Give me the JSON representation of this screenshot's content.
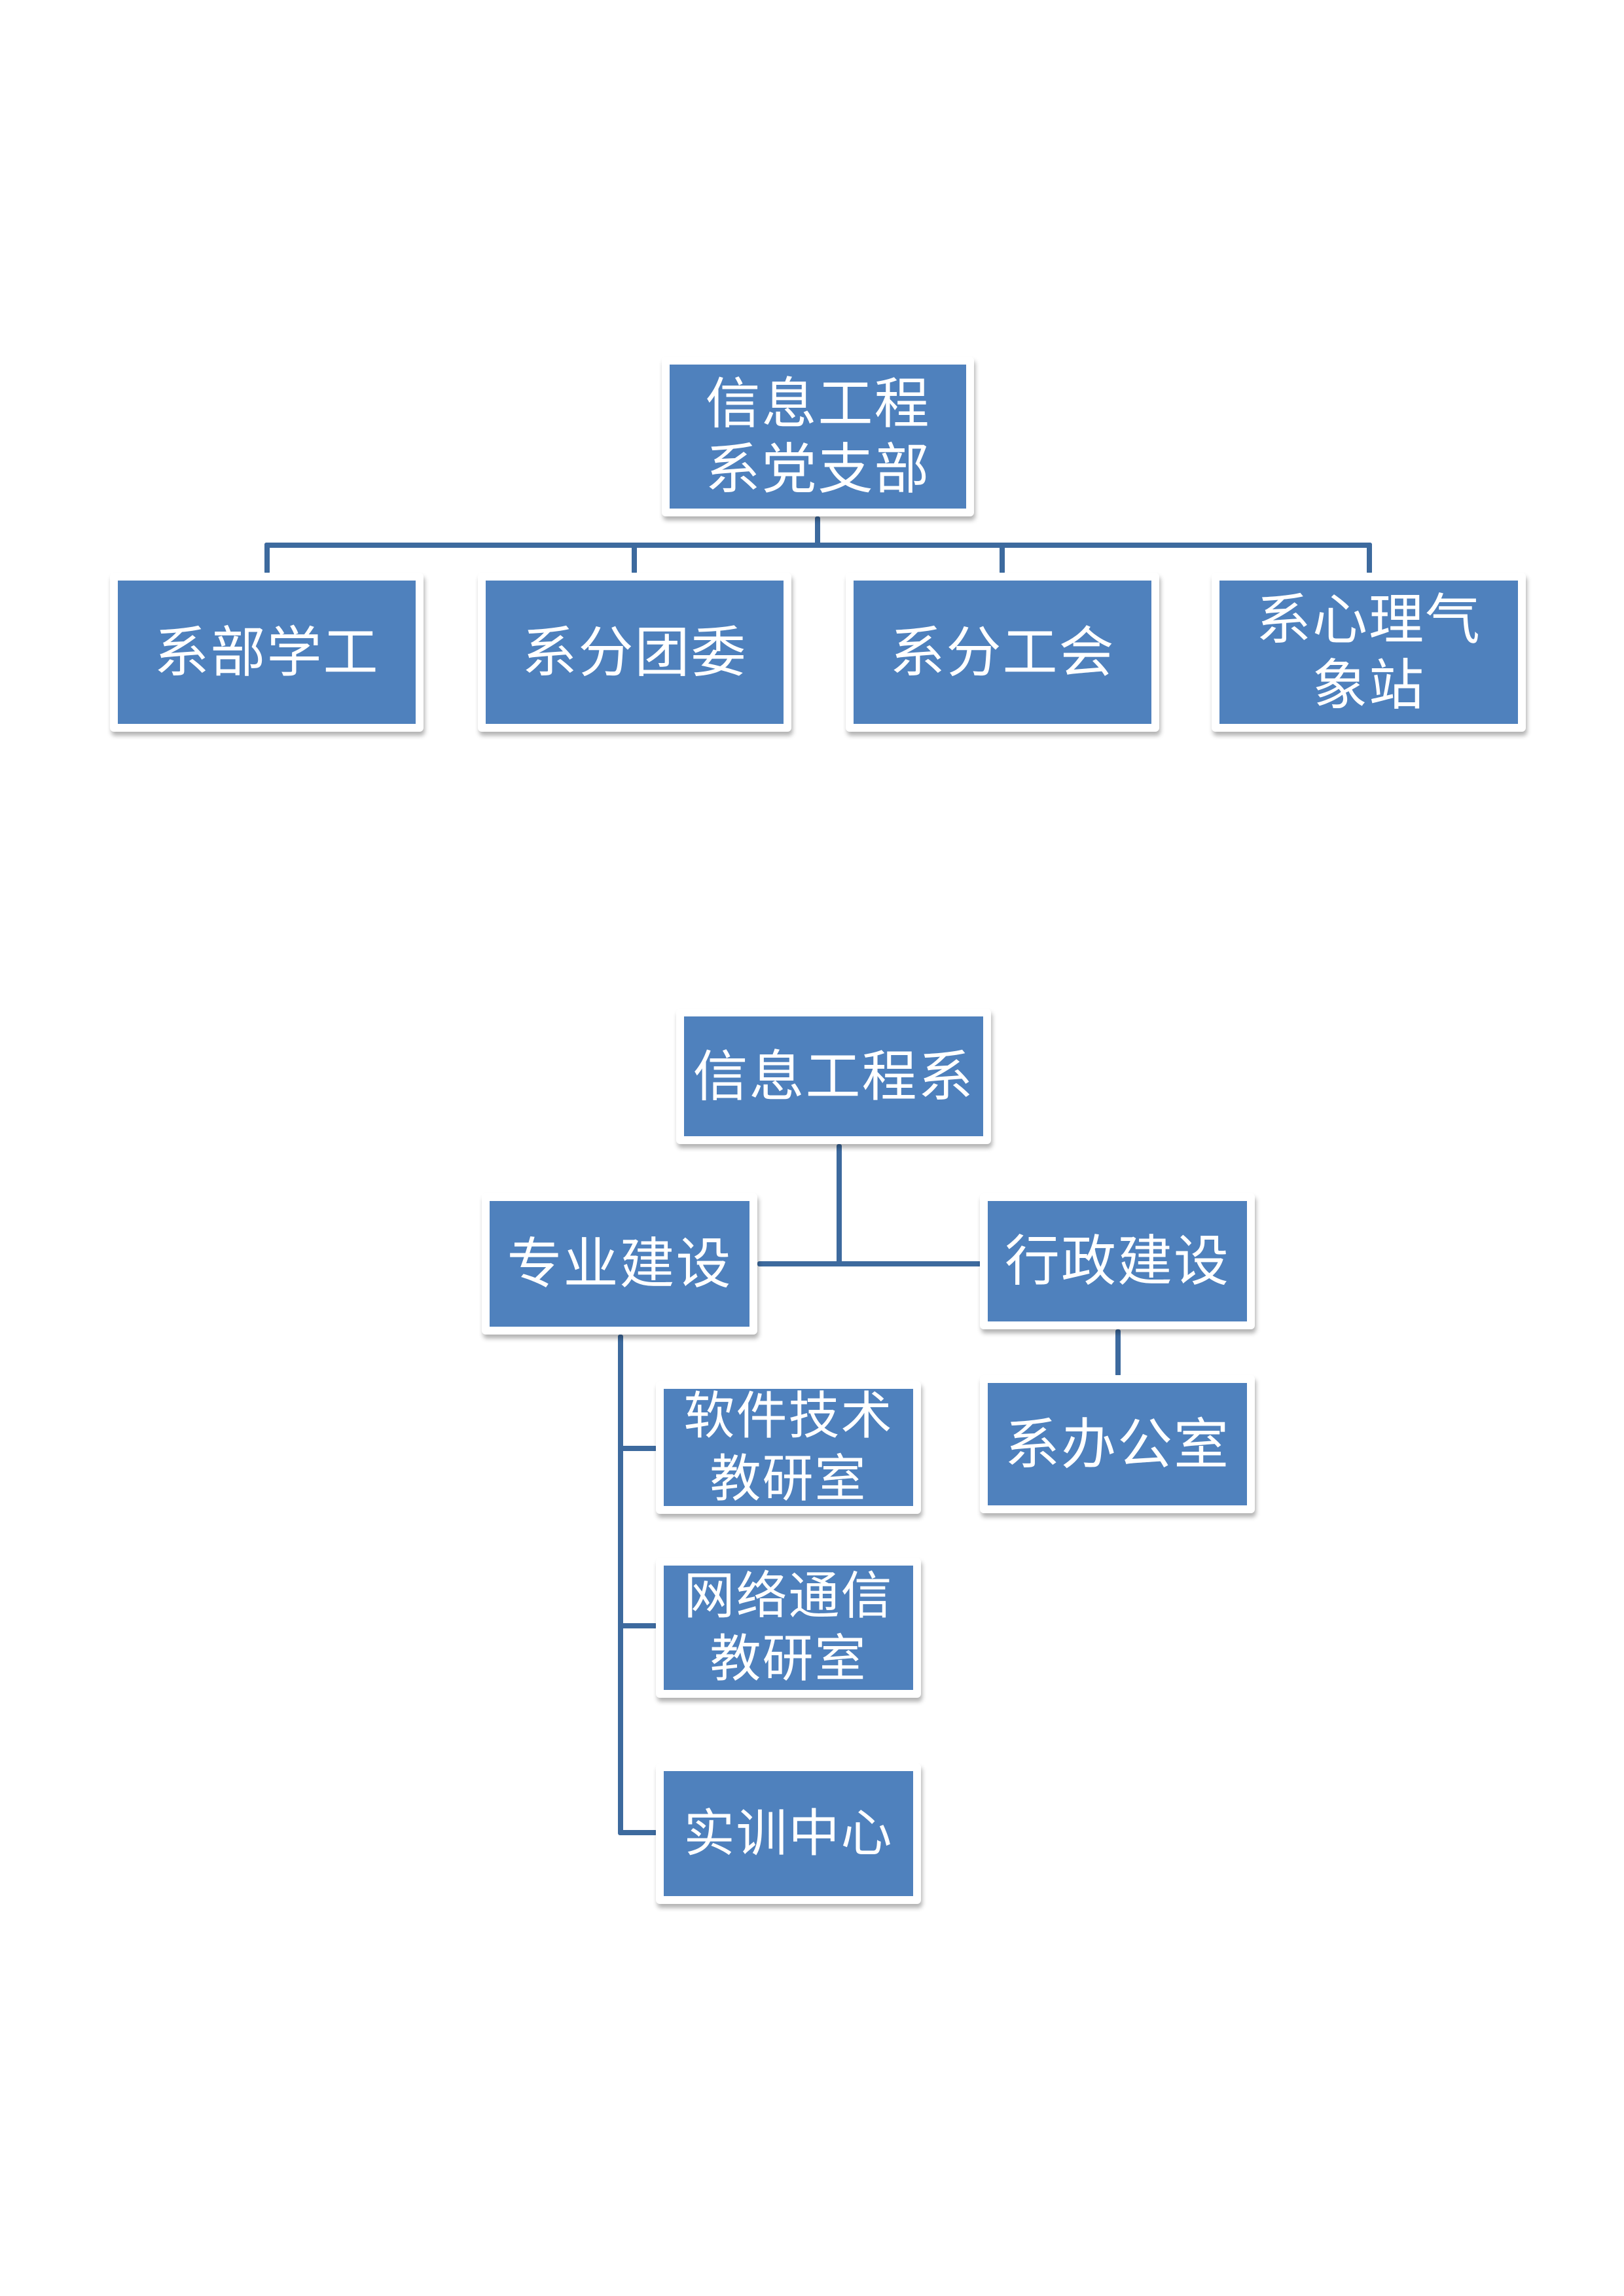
{
  "colors": {
    "node_fill": "#4f81bd",
    "node_frame": "#ffffff",
    "connector": "#3d6a9e",
    "text": "#ffffff"
  },
  "diagram1": {
    "root": {
      "label": "信息工程\n系党支部"
    },
    "children": [
      {
        "label": "系部学工"
      },
      {
        "label": "系分团委"
      },
      {
        "label": "系分工会"
      },
      {
        "label": "系心理气\n象站"
      }
    ]
  },
  "diagram2": {
    "root": {
      "label": "信息工程系"
    },
    "branches": [
      {
        "label": "专业建设",
        "children": [
          {
            "label": "软件技术\n教研室"
          },
          {
            "label": "网络通信\n教研室"
          },
          {
            "label": "实训中心"
          }
        ]
      },
      {
        "label": "行政建设",
        "children": [
          {
            "label": "系办公室"
          }
        ]
      }
    ]
  }
}
